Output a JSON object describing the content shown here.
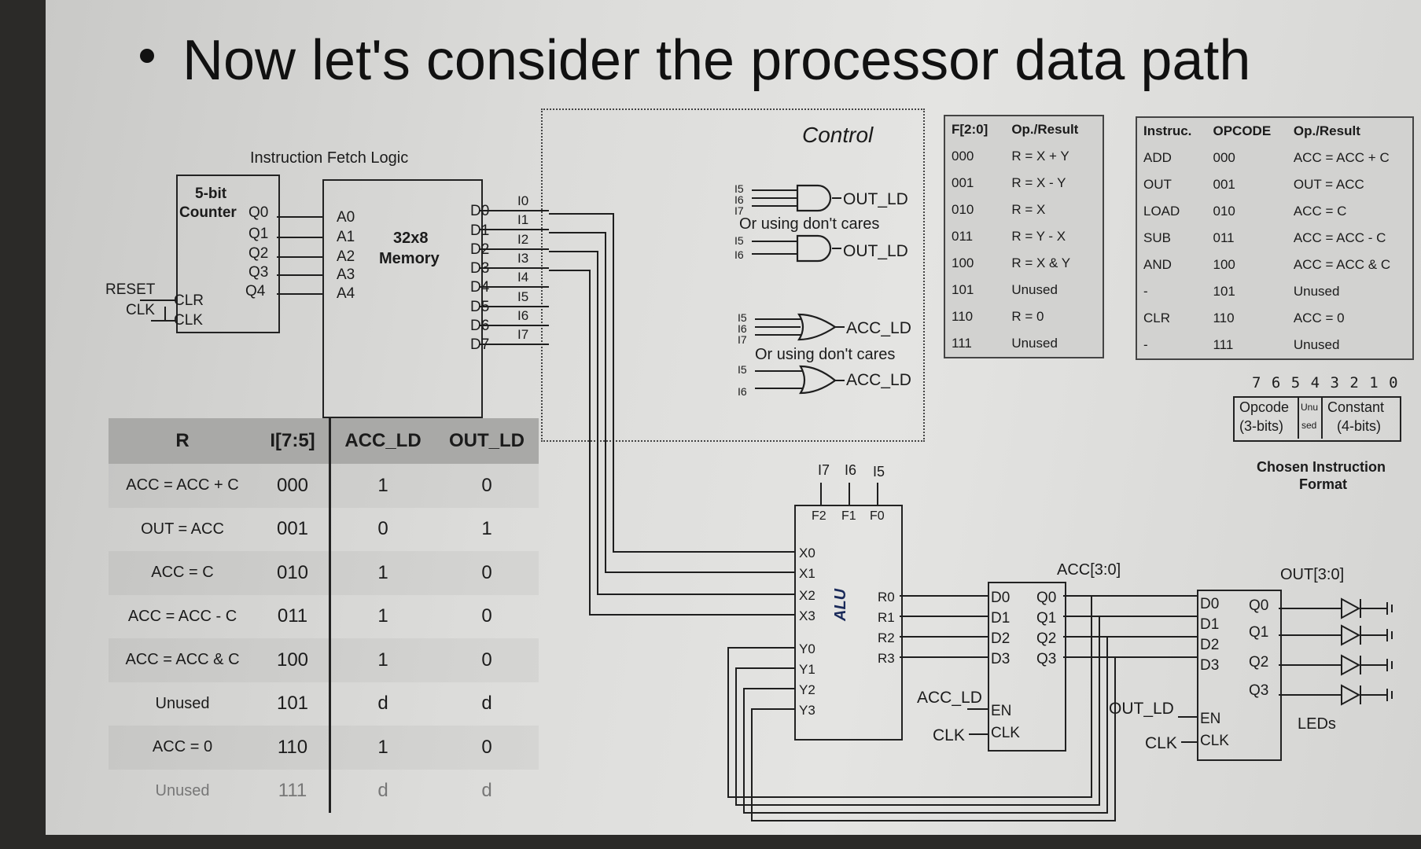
{
  "title": "Now let's consider the processor data path",
  "fetch": {
    "label": "Instruction Fetch Logic",
    "counter_line1": "5-bit",
    "counter_line2": "Counter",
    "counter_outputs": [
      "Q0",
      "Q1",
      "Q2",
      "Q3",
      "Q4"
    ],
    "counter_inputs": [
      "CLR",
      "CLK"
    ],
    "ext_inputs": [
      "RESET",
      "CLK"
    ],
    "mem_line1": "32x8",
    "mem_line2": "Memory",
    "mem_addr": [
      "A0",
      "A1",
      "A2",
      "A3",
      "A4"
    ],
    "mem_data": [
      "D0",
      "D1",
      "D2",
      "D3",
      "D4",
      "D5",
      "D6",
      "D7"
    ],
    "instr_bits": [
      "I0",
      "I1",
      "I2",
      "I3",
      "I4",
      "I5",
      "I6",
      "I7"
    ]
  },
  "control": {
    "title": "Control",
    "gate1_inputs": [
      "I5",
      "I6",
      "I7"
    ],
    "gate1_out": "OUT_LD",
    "dont_care_1": "Or using don't cares",
    "gate2_inputs": [
      "I5",
      "I6"
    ],
    "gate2_out": "OUT_LD",
    "gate3_inputs": [
      "I5",
      "I6",
      "I7"
    ],
    "gate3_out": "ACC_LD",
    "dont_care_2": "Or using don't cares",
    "gate4_inputs": [
      "I5",
      "I6"
    ],
    "gate4_out": "ACC_LD"
  },
  "ftable": {
    "headers": [
      "F[2:0]",
      "Op./Result"
    ],
    "rows": [
      [
        "000",
        "R = X + Y"
      ],
      [
        "001",
        "R = X - Y"
      ],
      [
        "010",
        "R = X"
      ],
      [
        "011",
        "R = Y - X"
      ],
      [
        "100",
        "R = X & Y"
      ],
      [
        "101",
        "Unused"
      ],
      [
        "110",
        "R = 0"
      ],
      [
        "111",
        "Unused"
      ]
    ]
  },
  "itable": {
    "headers": [
      "Instruc.",
      "OPCODE",
      "Op./Result"
    ],
    "rows": [
      [
        "ADD",
        "000",
        "ACC = ACC + C"
      ],
      [
        "OUT",
        "001",
        "OUT = ACC"
      ],
      [
        "LOAD",
        "010",
        "ACC = C"
      ],
      [
        "SUB",
        "011",
        "ACC = ACC - C"
      ],
      [
        "AND",
        "100",
        "ACC = ACC & C"
      ],
      [
        "-",
        "101",
        "Unused"
      ],
      [
        "CLR",
        "110",
        "ACC = 0"
      ],
      [
        "-",
        "111",
        "Unused"
      ]
    ]
  },
  "format": {
    "bits": "7 6 5 4 3 2 1 0",
    "opcode_1": "Opcode",
    "opcode_2": "(3-bits)",
    "unused_1": "Unu",
    "unused_2": "sed",
    "const_1": "Constant",
    "const_2": "(4-bits)",
    "caption_1": "Chosen Instruction",
    "caption_2": "Format"
  },
  "rtable": {
    "headers": [
      "R",
      "I[7:5]",
      "ACC_LD",
      "OUT_LD"
    ],
    "rows": [
      [
        "ACC = ACC + C",
        "000",
        "1",
        "0"
      ],
      [
        "OUT = ACC",
        "001",
        "0",
        "1"
      ],
      [
        "ACC = C",
        "010",
        "1",
        "0"
      ],
      [
        "ACC = ACC - C",
        "011",
        "1",
        "0"
      ],
      [
        "ACC = ACC & C",
        "100",
        "1",
        "0"
      ],
      [
        "Unused",
        "101",
        "d",
        "d"
      ],
      [
        "ACC = 0",
        "110",
        "1",
        "0"
      ],
      [
        "Unused",
        "111",
        "d",
        "d"
      ]
    ]
  },
  "alu": {
    "name": "ALU",
    "sel_top": [
      "I7",
      "I6",
      "I5"
    ],
    "sel_pins": [
      "F2",
      "F1",
      "F0"
    ],
    "x_pins": [
      "X0",
      "X1",
      "X2",
      "X3"
    ],
    "y_pins": [
      "Y0",
      "Y1",
      "Y2",
      "Y3"
    ],
    "r_pins": [
      "R0",
      "R1",
      "R2",
      "R3"
    ]
  },
  "acc": {
    "label": "ACC[3:0]",
    "d_pins": [
      "D0",
      "D1",
      "D2",
      "D3"
    ],
    "q_pins": [
      "Q0",
      "Q1",
      "Q2",
      "Q3"
    ],
    "en": "EN",
    "clk": "CLK",
    "ld_label": "ACC_LD",
    "clk_label": "CLK"
  },
  "out": {
    "label": "OUT[3:0]",
    "d_pins": [
      "D0",
      "D1",
      "D2",
      "D3"
    ],
    "q_pins": [
      "Q0",
      "Q1",
      "Q2",
      "Q3"
    ],
    "en": "EN",
    "clk": "CLK",
    "ld_label": "OUT_LD",
    "clk_label": "CLK",
    "leds_label": "LEDs"
  },
  "colors": {
    "wire": "#1e1e1e",
    "slide": "#dcdcda",
    "header": "#a9a9a7"
  }
}
